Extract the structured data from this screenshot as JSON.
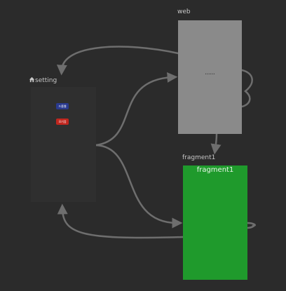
{
  "screens": {
    "web": {
      "label": "web",
      "content_text": "••••••",
      "color": "#8a8a8a"
    },
    "setting": {
      "label": "setting",
      "icon": "home-icon",
      "color": "#2f2f2f",
      "buttons": [
        {
          "label": "드롭웹",
          "color": "#2a3a8f"
        },
        {
          "label": "모기점",
          "color": "#c0261e"
        }
      ]
    },
    "fragment1": {
      "label": "fragment1",
      "content_title": "fragment1",
      "color": "#1f9a2c"
    }
  },
  "colors": {
    "background": "#2b2b2b",
    "edge": "#6e6e6e",
    "label": "#c8c8c8"
  }
}
